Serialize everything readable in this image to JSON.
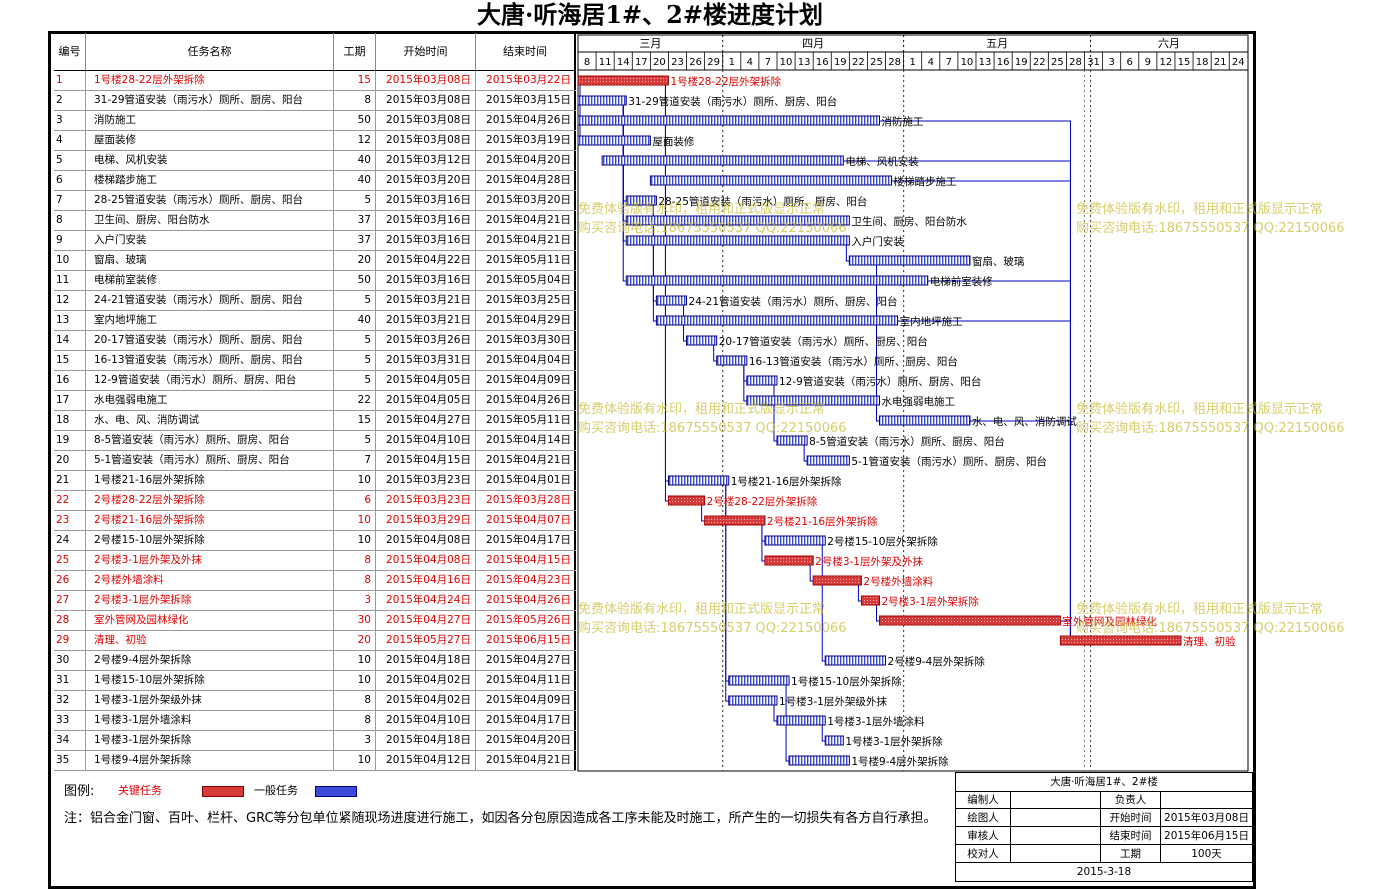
{
  "title": "大唐·听海居1#、2#楼进度计划",
  "columns": {
    "id": "编号",
    "name": "任务名称",
    "duration": "工期",
    "start": "开始时间",
    "end": "结束时间"
  },
  "timeline": {
    "start_date": "2015-03-08",
    "months": [
      {
        "label": "三月"
      },
      {
        "label": "四月"
      },
      {
        "label": "五月"
      },
      {
        "label": "六月"
      }
    ],
    "ticks": [
      "8",
      "11",
      "14",
      "17",
      "20",
      "23",
      "26",
      "29",
      "1",
      "4",
      "7",
      "10",
      "13",
      "16",
      "19",
      "22",
      "25",
      "28",
      "1",
      "4",
      "7",
      "10",
      "13",
      "16",
      "19",
      "22",
      "25",
      "28",
      "31",
      "3",
      "6",
      "9",
      "12",
      "15",
      "18",
      "21",
      "24"
    ]
  },
  "chart_data": {
    "type": "gantt",
    "title": "大唐·听海居1#、2#楼进度计划",
    "tasks": [
      {
        "id": "1",
        "name": "1号楼28-22层外架拆除",
        "duration": 15,
        "start": "2015年03月08日",
        "end": "2015年03月22日",
        "critical": true
      },
      {
        "id": "2",
        "name": "31-29管道安装（雨污水）厕所、厨房、阳台",
        "duration": 8,
        "start": "2015年03月08日",
        "end": "2015年03月15日",
        "critical": false
      },
      {
        "id": "3",
        "name": "消防施工",
        "duration": 50,
        "start": "2015年03月08日",
        "end": "2015年04月26日",
        "critical": false
      },
      {
        "id": "4",
        "name": "屋面装修",
        "duration": 12,
        "start": "2015年03月08日",
        "end": "2015年03月19日",
        "critical": false
      },
      {
        "id": "5",
        "name": "电梯、风机安装",
        "duration": 40,
        "start": "2015年03月12日",
        "end": "2015年04月20日",
        "critical": false
      },
      {
        "id": "6",
        "name": "楼梯踏步施工",
        "duration": 40,
        "start": "2015年03月20日",
        "end": "2015年04月28日",
        "critical": false
      },
      {
        "id": "7",
        "name": "28-25管道安装（雨污水）厕所、厨房、阳台",
        "duration": 5,
        "start": "2015年03月16日",
        "end": "2015年03月20日",
        "critical": false
      },
      {
        "id": "8",
        "name": "卫生间、厨房、阳台防水",
        "duration": 37,
        "start": "2015年03月16日",
        "end": "2015年04月21日",
        "critical": false
      },
      {
        "id": "9",
        "name": "入户门安装",
        "duration": 37,
        "start": "2015年03月16日",
        "end": "2015年04月21日",
        "critical": false
      },
      {
        "id": "10",
        "name": "窗扇、玻璃",
        "duration": 20,
        "start": "2015年04月22日",
        "end": "2015年05月11日",
        "critical": false
      },
      {
        "id": "11",
        "name": "电梯前室装修",
        "duration": 50,
        "start": "2015年03月16日",
        "end": "2015年05月04日",
        "critical": false
      },
      {
        "id": "12",
        "name": "24-21管道安装（雨污水）厕所、厨房、阳台",
        "duration": 5,
        "start": "2015年03月21日",
        "end": "2015年03月25日",
        "critical": false
      },
      {
        "id": "13",
        "name": "室内地坪施工",
        "duration": 40,
        "start": "2015年03月21日",
        "end": "2015年04月29日",
        "critical": false
      },
      {
        "id": "14",
        "name": "20-17管道安装（雨污水）厕所、厨房、阳台",
        "duration": 5,
        "start": "2015年03月26日",
        "end": "2015年03月30日",
        "critical": false
      },
      {
        "id": "15",
        "name": "16-13管道安装（雨污水）厕所、厨房、阳台",
        "duration": 5,
        "start": "2015年03月31日",
        "end": "2015年04月04日",
        "critical": false
      },
      {
        "id": "16",
        "name": "12-9管道安装（雨污水）厕所、厨房、阳台",
        "duration": 5,
        "start": "2015年04月05日",
        "end": "2015年04月09日",
        "critical": false
      },
      {
        "id": "17",
        "name": "水电强弱电施工",
        "duration": 22,
        "start": "2015年04月05日",
        "end": "2015年04月26日",
        "critical": false
      },
      {
        "id": "18",
        "name": "水、电、风、消防调试",
        "duration": 15,
        "start": "2015年04月27日",
        "end": "2015年05月11日",
        "critical": false
      },
      {
        "id": "19",
        "name": "8-5管道安装（雨污水）厕所、厨房、阳台",
        "duration": 5,
        "start": "2015年04月10日",
        "end": "2015年04月14日",
        "critical": false
      },
      {
        "id": "20",
        "name": "5-1管道安装（雨污水）厕所、厨房、阳台",
        "duration": 7,
        "start": "2015年04月15日",
        "end": "2015年04月21日",
        "critical": false
      },
      {
        "id": "21",
        "name": "1号楼21-16层外架拆除",
        "duration": 10,
        "start": "2015年03月23日",
        "end": "2015年04月01日",
        "critical": false
      },
      {
        "id": "22",
        "name": "2号楼28-22层外架拆除",
        "duration": 6,
        "start": "2015年03月23日",
        "end": "2015年03月28日",
        "critical": true
      },
      {
        "id": "23",
        "name": "2号楼21-16层外架拆除",
        "duration": 10,
        "start": "2015年03月29日",
        "end": "2015年04月07日",
        "critical": true
      },
      {
        "id": "24",
        "name": "2号楼15-10层外架拆除",
        "duration": 10,
        "start": "2015年04月08日",
        "end": "2015年04月17日",
        "critical": false
      },
      {
        "id": "25",
        "name": "2号楼3-1层外架及外抹",
        "duration": 8,
        "start": "2015年04月08日",
        "end": "2015年04月15日",
        "critical": true
      },
      {
        "id": "26",
        "name": "2号楼外墙涂料",
        "duration": 8,
        "start": "2015年04月16日",
        "end": "2015年04月23日",
        "critical": true
      },
      {
        "id": "27",
        "name": "2号楼3-1层外架拆除",
        "duration": 3,
        "start": "2015年04月24日",
        "end": "2015年04月26日",
        "critical": true
      },
      {
        "id": "28",
        "name": "室外管网及园林绿化",
        "duration": 30,
        "start": "2015年04月27日",
        "end": "2015年05月26日",
        "critical": true
      },
      {
        "id": "29",
        "name": "清理、初验",
        "duration": 20,
        "start": "2015年05月27日",
        "end": "2015年06月15日",
        "critical": true
      },
      {
        "id": "30",
        "name": "2号楼9-4层外架拆除",
        "duration": 10,
        "start": "2015年04月18日",
        "end": "2015年04月27日",
        "critical": false
      },
      {
        "id": "31",
        "name": "1号楼15-10层外架拆除",
        "duration": 10,
        "start": "2015年04月02日",
        "end": "2015年04月11日",
        "critical": false
      },
      {
        "id": "32",
        "name": "1号楼3-1层外架级外抹",
        "duration": 8,
        "start": "2015年04月02日",
        "end": "2015年04月09日",
        "critical": false
      },
      {
        "id": "33",
        "name": "1号楼3-1层外墙涂料",
        "duration": 8,
        "start": "2015年04月10日",
        "end": "2015年04月17日",
        "critical": false
      },
      {
        "id": "34",
        "name": "1号楼3-1层外架拆除",
        "duration": 3,
        "start": "2015年04月18日",
        "end": "2015年04月20日",
        "critical": false
      },
      {
        "id": "35",
        "name": "1号楼9-4层外架拆除",
        "duration": 10,
        "start": "2015年04月12日",
        "end": "2015年04月21日",
        "critical": false
      }
    ]
  },
  "watermark": {
    "line1": "免费体验版有水印，租用和正式版显示正常",
    "line2": "购买咨询电话:18675550537 QQ:22150066"
  },
  "legend": {
    "label": "图例:",
    "critical": "关键任务",
    "normal": "一般任务"
  },
  "note": "注：铝合金门窗、百叶、栏杆、GRC等分包单位紧随现场进度进行施工，如因各分包原因造成各工序未能及时施工，所产生的一切损失有各方自行承担。",
  "title_block": {
    "project": "大唐·听海居1#、2#楼",
    "editor_label": "编制人",
    "editor_value": "",
    "owner_label": "负责人",
    "owner_value": "",
    "drawer_label": "绘图人",
    "drawer_value": "",
    "start_label": "开始时间",
    "start_value": "2015年03月08日",
    "reviewer_label": "审核人",
    "reviewer_value": "",
    "end_label": "结束时间",
    "end_value": "2015年06月15日",
    "checker_label": "校对人",
    "checker_value": "",
    "duration_label": "工期",
    "duration_value": "100天",
    "date": "2015-3-18"
  },
  "colors": {
    "critical": "#d63a3a",
    "normal": "#3a4ad6",
    "link": "#0000c0",
    "critical_text": "#e00000"
  }
}
